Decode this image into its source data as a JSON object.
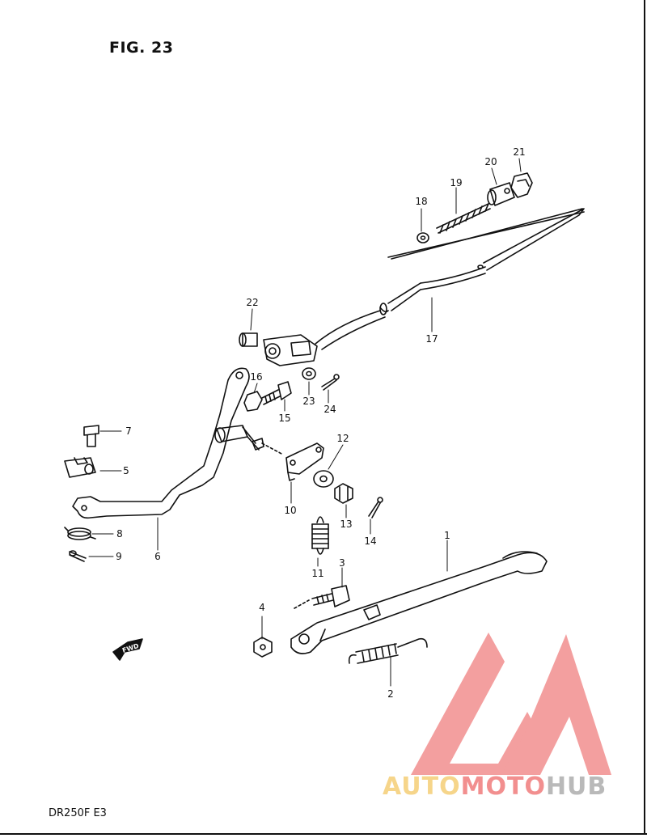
{
  "figure": {
    "title": "FIG. 23",
    "model": "DR250F  E3"
  },
  "fwd_label": "FWD",
  "watermark": {
    "part1": "AUTO",
    "part2": "MOTO",
    "part3": "HUB",
    "colors": {
      "part1": "#f6d58a",
      "part2": "#f28f8f",
      "part3": "#b9b9b9",
      "logo": "#f28f8f"
    }
  },
  "callouts": [
    "1",
    "2",
    "3",
    "4",
    "5",
    "6",
    "7",
    "8",
    "9",
    "10",
    "11",
    "12",
    "13",
    "14",
    "15",
    "16",
    "17",
    "18",
    "19",
    "20",
    "21",
    "22",
    "23",
    "24"
  ]
}
